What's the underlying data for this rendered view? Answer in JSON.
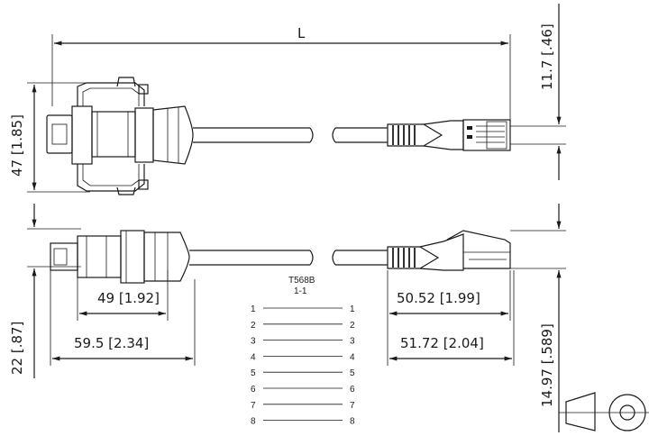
{
  "dimensions": {
    "overall_length": "L",
    "plug_offset": "11.7 [.46]",
    "receptacle_height": "47 [1.85]",
    "receptacle_body": "49 [1.92]",
    "receptacle_total": "59.5 [2.34]",
    "receptacle_offset": "22 [.87]",
    "plug_body": "50.52 [1.99]",
    "plug_total": "51.72 [2.04]",
    "boot_diameter": "14.97 [.589]"
  },
  "wiring": {
    "standard": "T568B",
    "mapping": "1-1",
    "pins_left": [
      "1",
      "2",
      "3",
      "4",
      "5",
      "6",
      "7",
      "8"
    ],
    "pins_right": [
      "1",
      "2",
      "3",
      "4",
      "5",
      "6",
      "7",
      "8"
    ]
  }
}
